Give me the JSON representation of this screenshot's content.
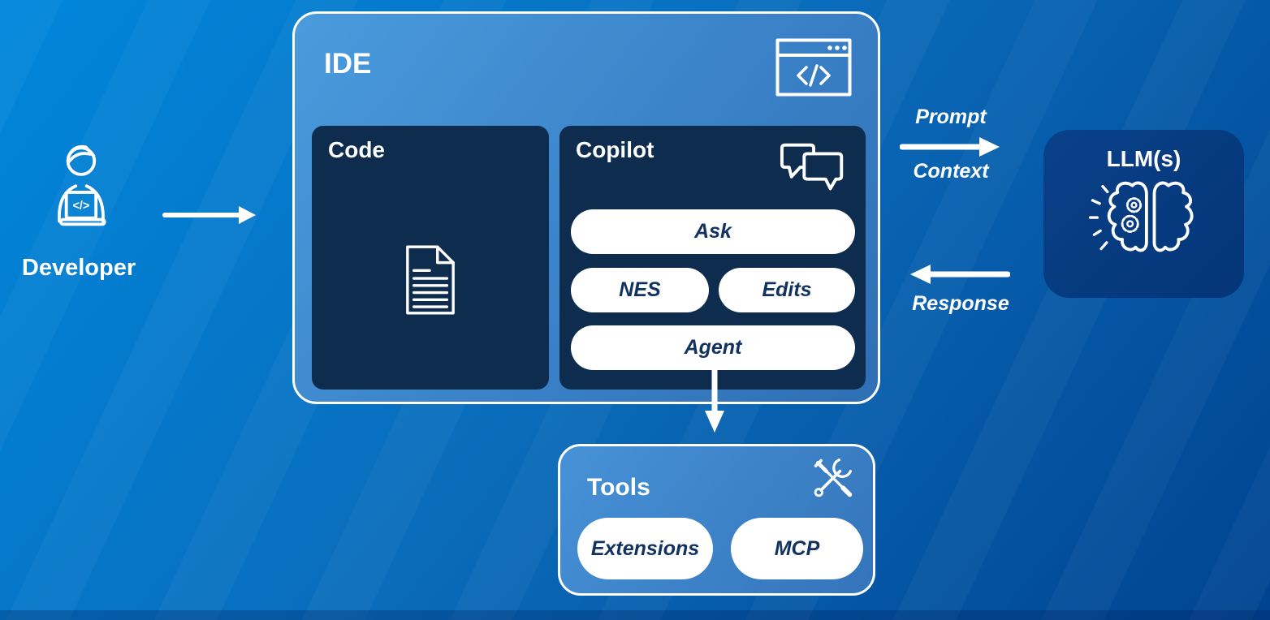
{
  "diagram": {
    "developer": {
      "label": "Developer",
      "icon": "developer-at-laptop-icon"
    },
    "ide": {
      "title": "IDE",
      "icon": "browser-code-window-icon",
      "code_panel": {
        "title": "Code",
        "icon": "document-icon"
      },
      "copilot_panel": {
        "title": "Copilot",
        "icon": "chat-bubbles-icon",
        "modes": [
          "Ask",
          "NES",
          "Edits",
          "Agent"
        ]
      }
    },
    "tools": {
      "title": "Tools",
      "icon": "crossed-tools-icon",
      "items": [
        "Extensions",
        "MCP"
      ]
    },
    "llm": {
      "title": "LLM(s)",
      "icon": "brain-gears-icon"
    },
    "flows": {
      "prompt_label": "Prompt",
      "context_label": "Context",
      "response_label": "Response"
    },
    "colors": {
      "background_start": "#0087dc",
      "background_end": "#004390",
      "panel_dark": "#0d2c4e",
      "ide_fill_start": "#4a9bdd",
      "ide_fill_end": "#2f6fb4",
      "tools_fill": "#3a80c4",
      "llm_fill": "#04387f",
      "pill_fill": "#ffffff",
      "pill_text": "#123360",
      "line_color": "#ffffff"
    }
  }
}
